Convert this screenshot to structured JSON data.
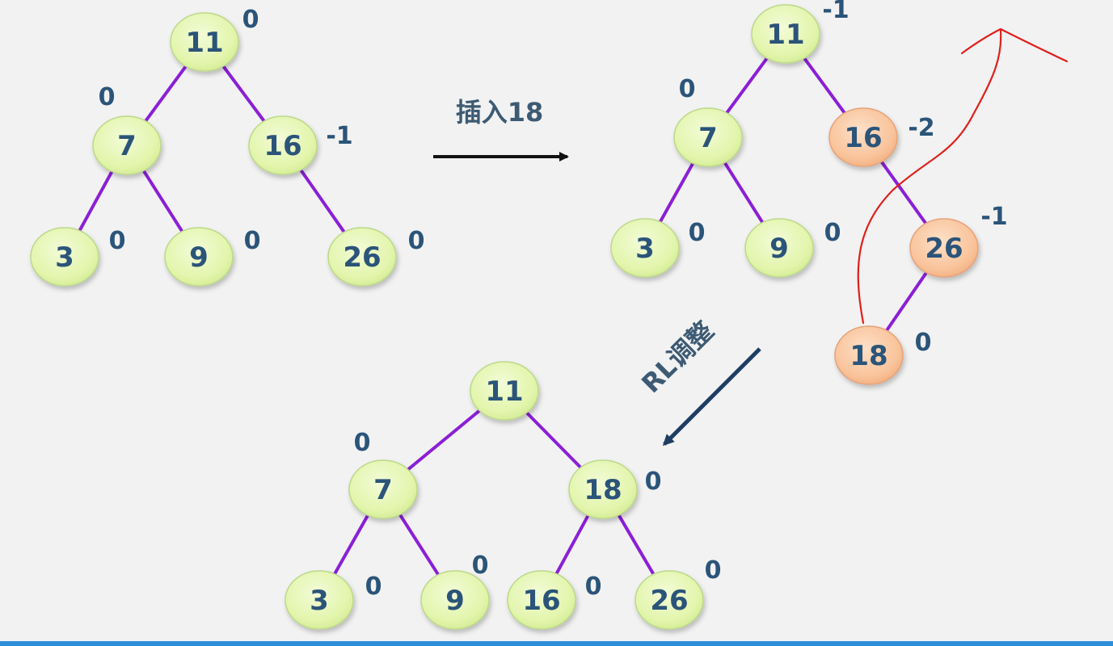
{
  "colors": {
    "background": "#f2f2f2",
    "node_normal_fill": "#e4f7b4",
    "node_normal_stroke": "#bcd98a",
    "node_highlight_fill": "#f9c39a",
    "node_highlight_stroke": "#e6a27a",
    "edge": "#8b1fd6",
    "text": "#2b5479",
    "arrow_black": "#111111",
    "arrow_blue": "#1f3d63",
    "annotation_red": "#e0201a",
    "bottom_bar": "#2e8fd8"
  },
  "steps": {
    "insert_label": "插入18",
    "rotate_label": "RL调整"
  },
  "trees": [
    {
      "id": "before",
      "nodes": [
        {
          "key": "11",
          "balance": "0",
          "highlight": false
        },
        {
          "key": "7",
          "balance": "0",
          "highlight": false
        },
        {
          "key": "16",
          "balance": "-1",
          "highlight": false
        },
        {
          "key": "3",
          "balance": "0",
          "highlight": false
        },
        {
          "key": "9",
          "balance": "0",
          "highlight": false
        },
        {
          "key": "26",
          "balance": "0",
          "highlight": false
        }
      ],
      "edges": [
        [
          "11",
          "7"
        ],
        [
          "11",
          "16"
        ],
        [
          "7",
          "3"
        ],
        [
          "7",
          "9"
        ],
        [
          "16",
          "26"
        ]
      ]
    },
    {
      "id": "after-insert",
      "nodes": [
        {
          "key": "11",
          "balance": "-1",
          "highlight": false
        },
        {
          "key": "7",
          "balance": "0",
          "highlight": false
        },
        {
          "key": "16",
          "balance": "-2",
          "highlight": true
        },
        {
          "key": "3",
          "balance": "0",
          "highlight": false
        },
        {
          "key": "9",
          "balance": "0",
          "highlight": false
        },
        {
          "key": "26",
          "balance": "-1",
          "highlight": true
        },
        {
          "key": "18",
          "balance": "0",
          "highlight": true
        }
      ],
      "edges": [
        [
          "11",
          "7"
        ],
        [
          "11",
          "16"
        ],
        [
          "7",
          "3"
        ],
        [
          "7",
          "9"
        ],
        [
          "16",
          "26"
        ],
        [
          "26",
          "18"
        ]
      ]
    },
    {
      "id": "after-rotation",
      "nodes": [
        {
          "key": "11",
          "balance": "",
          "highlight": false
        },
        {
          "key": "7",
          "balance": "0",
          "highlight": false
        },
        {
          "key": "18",
          "balance": "0",
          "highlight": false
        },
        {
          "key": "3",
          "balance": "0",
          "highlight": false
        },
        {
          "key": "9",
          "balance": "0",
          "highlight": false
        },
        {
          "key": "16",
          "balance": "0",
          "highlight": false
        },
        {
          "key": "26",
          "balance": "0",
          "highlight": false
        }
      ],
      "edges": [
        [
          "11",
          "7"
        ],
        [
          "11",
          "18"
        ],
        [
          "7",
          "3"
        ],
        [
          "7",
          "9"
        ],
        [
          "18",
          "16"
        ],
        [
          "18",
          "26"
        ]
      ]
    }
  ]
}
